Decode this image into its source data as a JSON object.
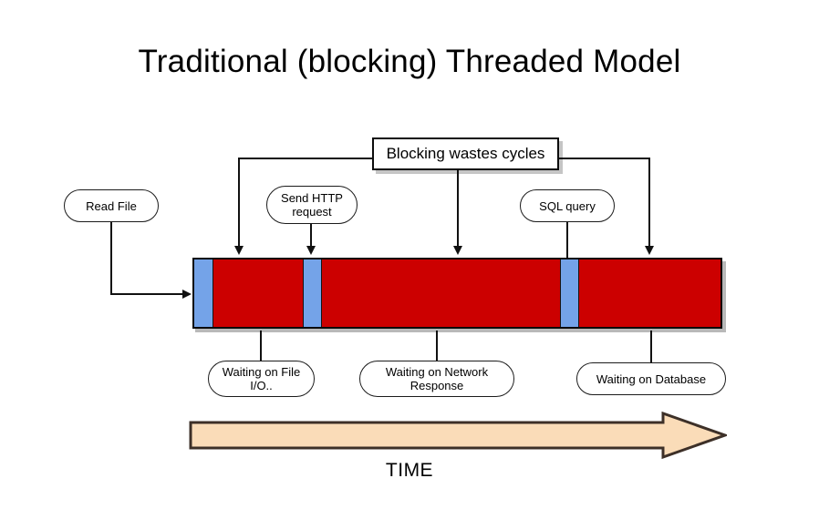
{
  "slide": {
    "title": "Traditional (blocking) Threaded Model",
    "background_color": "#ffffff"
  },
  "callout": {
    "text": "Blocking wastes cycles",
    "border_color": "#0d0d0d",
    "fill_color": "#ffffff"
  },
  "top_labels": [
    {
      "text": "Read File"
    },
    {
      "text": "Send HTTP\nrequest",
      "line1": "Send HTTP",
      "line2": "request"
    },
    {
      "text": "SQL query"
    }
  ],
  "bottom_labels": [
    {
      "text": "Waiting on File\nI/O..",
      "line1": "Waiting on File",
      "line2": "I/O.."
    },
    {
      "text": "Waiting on Network\nResponse",
      "line1": "Waiting on Network",
      "line2": "Response"
    },
    {
      "text": "Waiting on Database",
      "line1": "Waiting on Database",
      "line2": ""
    }
  ],
  "timeline": {
    "cpu_color": "#cc0000",
    "blocked_color": "#74a3e8",
    "border_color": "#0a0a0a",
    "shadow_color": "#b9b9b9",
    "segments": [
      {
        "kind": "blocked",
        "label": "Waiting on File I/O.."
      },
      {
        "kind": "cpu",
        "label": ""
      },
      {
        "kind": "blocked",
        "label": "Waiting on Network Response"
      },
      {
        "kind": "cpu",
        "label": ""
      },
      {
        "kind": "blocked",
        "label": "Waiting on Database"
      },
      {
        "kind": "cpu",
        "label": ""
      }
    ]
  },
  "time_axis": {
    "label": "TIME",
    "fill_color": "#fadcb8",
    "border_color": "#3d3028",
    "direction": "right"
  }
}
